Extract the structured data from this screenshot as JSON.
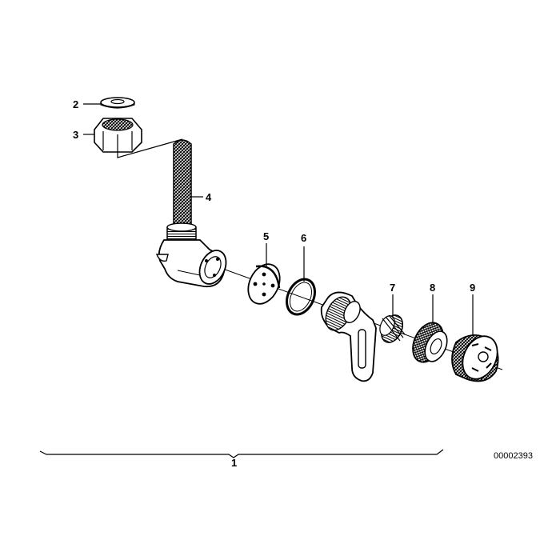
{
  "diagram": {
    "document_number": "00002393",
    "callouts": [
      {
        "id": "2",
        "label": "2"
      },
      {
        "id": "3",
        "label": "3"
      },
      {
        "id": "4",
        "label": "4"
      },
      {
        "id": "5",
        "label": "5"
      },
      {
        "id": "6",
        "label": "6"
      },
      {
        "id": "7",
        "label": "7"
      },
      {
        "id": "8",
        "label": "8"
      },
      {
        "id": "9",
        "label": "9"
      },
      {
        "id": "1",
        "label": "1"
      }
    ]
  }
}
